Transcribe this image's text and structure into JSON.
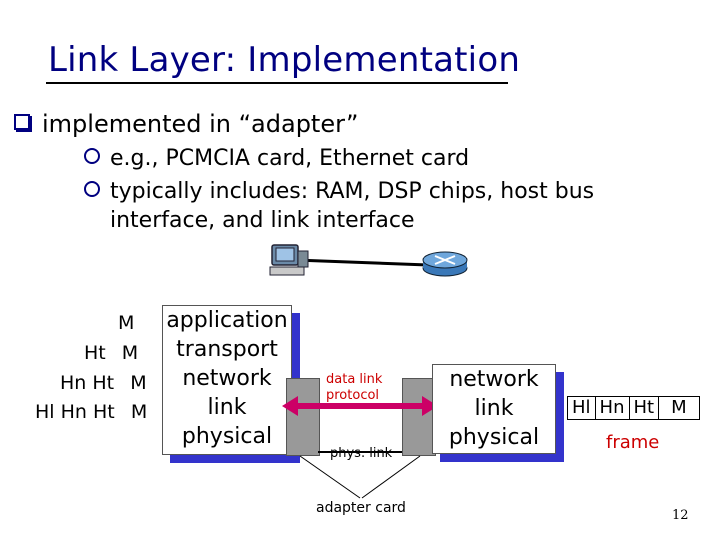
{
  "slide": {
    "title": "Link Layer: Implementation",
    "bullet": "implemented in “adapter”",
    "sub_bullets": [
      "e.g., PCMCIA card, Ethernet card",
      "typically includes: RAM, DSP chips, host bus",
      "interface, and link interface"
    ],
    "page_number": "12"
  },
  "left_headers": [
    [
      "M"
    ],
    [
      "Ht",
      "M"
    ],
    [
      "Hn",
      "Ht",
      "M"
    ],
    [
      "Hl",
      "Hn",
      "Ht",
      "M"
    ]
  ],
  "left_stack": [
    "application",
    "transport",
    "network",
    "link",
    "physical"
  ],
  "right_stack": [
    "network",
    "link",
    "physical"
  ],
  "labels": {
    "data_link_protocol": "data link\nprotocol",
    "phys_link": "phys. link",
    "adapter_card": "adapter card",
    "frame": "frame"
  },
  "frame": [
    "Hl",
    "Hn",
    "Ht",
    "M"
  ],
  "colors": {
    "title": "#000080",
    "stack_shadow": "#3333cc",
    "arrow": "#cc0066",
    "label_red": "#cc0000"
  }
}
